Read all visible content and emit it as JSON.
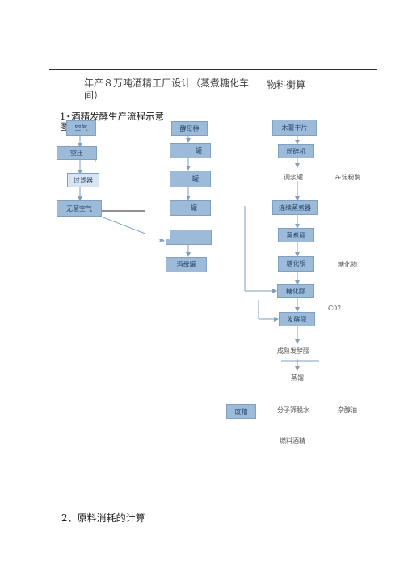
{
  "header": {
    "title_line1": "年产８万吨酒精工厂设计（蒸煮糖化车",
    "title_line2": "间）",
    "title_right": "物料衡算"
  },
  "section1": {
    "heading_line1": "1•酒精发酵生产流程示意",
    "heading_line2": "图"
  },
  "flow_left": {
    "air_box": "空气",
    "air_box_2": "空压",
    "filter_label": "过滤器",
    "sterile_air_label": "无菌空气"
  },
  "flow_middle": {
    "yeast_seed": "酵母种",
    "tank_a": "罐",
    "tank_b": "罐",
    "tank_c": "罐",
    "yeast_tank": "酒母罐"
  },
  "flow_right": {
    "cassava_chips": "木薯干片",
    "crusher": "粉碎机",
    "slurry_tank": "调浆罐",
    "alpha_amylase": "a-淀粉酶",
    "continuous_cooker": "连续蒸煮器",
    "cooked_tank": "蒸煮醪",
    "saccharification_pot": "糖化锅",
    "saccharifying_agent": "糖化物",
    "saccharified_mash": "糖化醪",
    "co2": "C02",
    "fermentation_mash": "发酵醪",
    "mature_mash": "成熟发酵醪",
    "distillation": "蒸馏",
    "molecular_sieve": "分子筛脱水",
    "fusel_oil": "杂醇油",
    "fuel_ethanol": "燃料酒精",
    "spent_wash": "废糟"
  },
  "section2": {
    "heading": "2、原料消耗的计算"
  },
  "colors": {
    "box_fill": "#9dbbd9",
    "box_border": "#7f9fc4",
    "arrow": "#7f9fc4"
  }
}
